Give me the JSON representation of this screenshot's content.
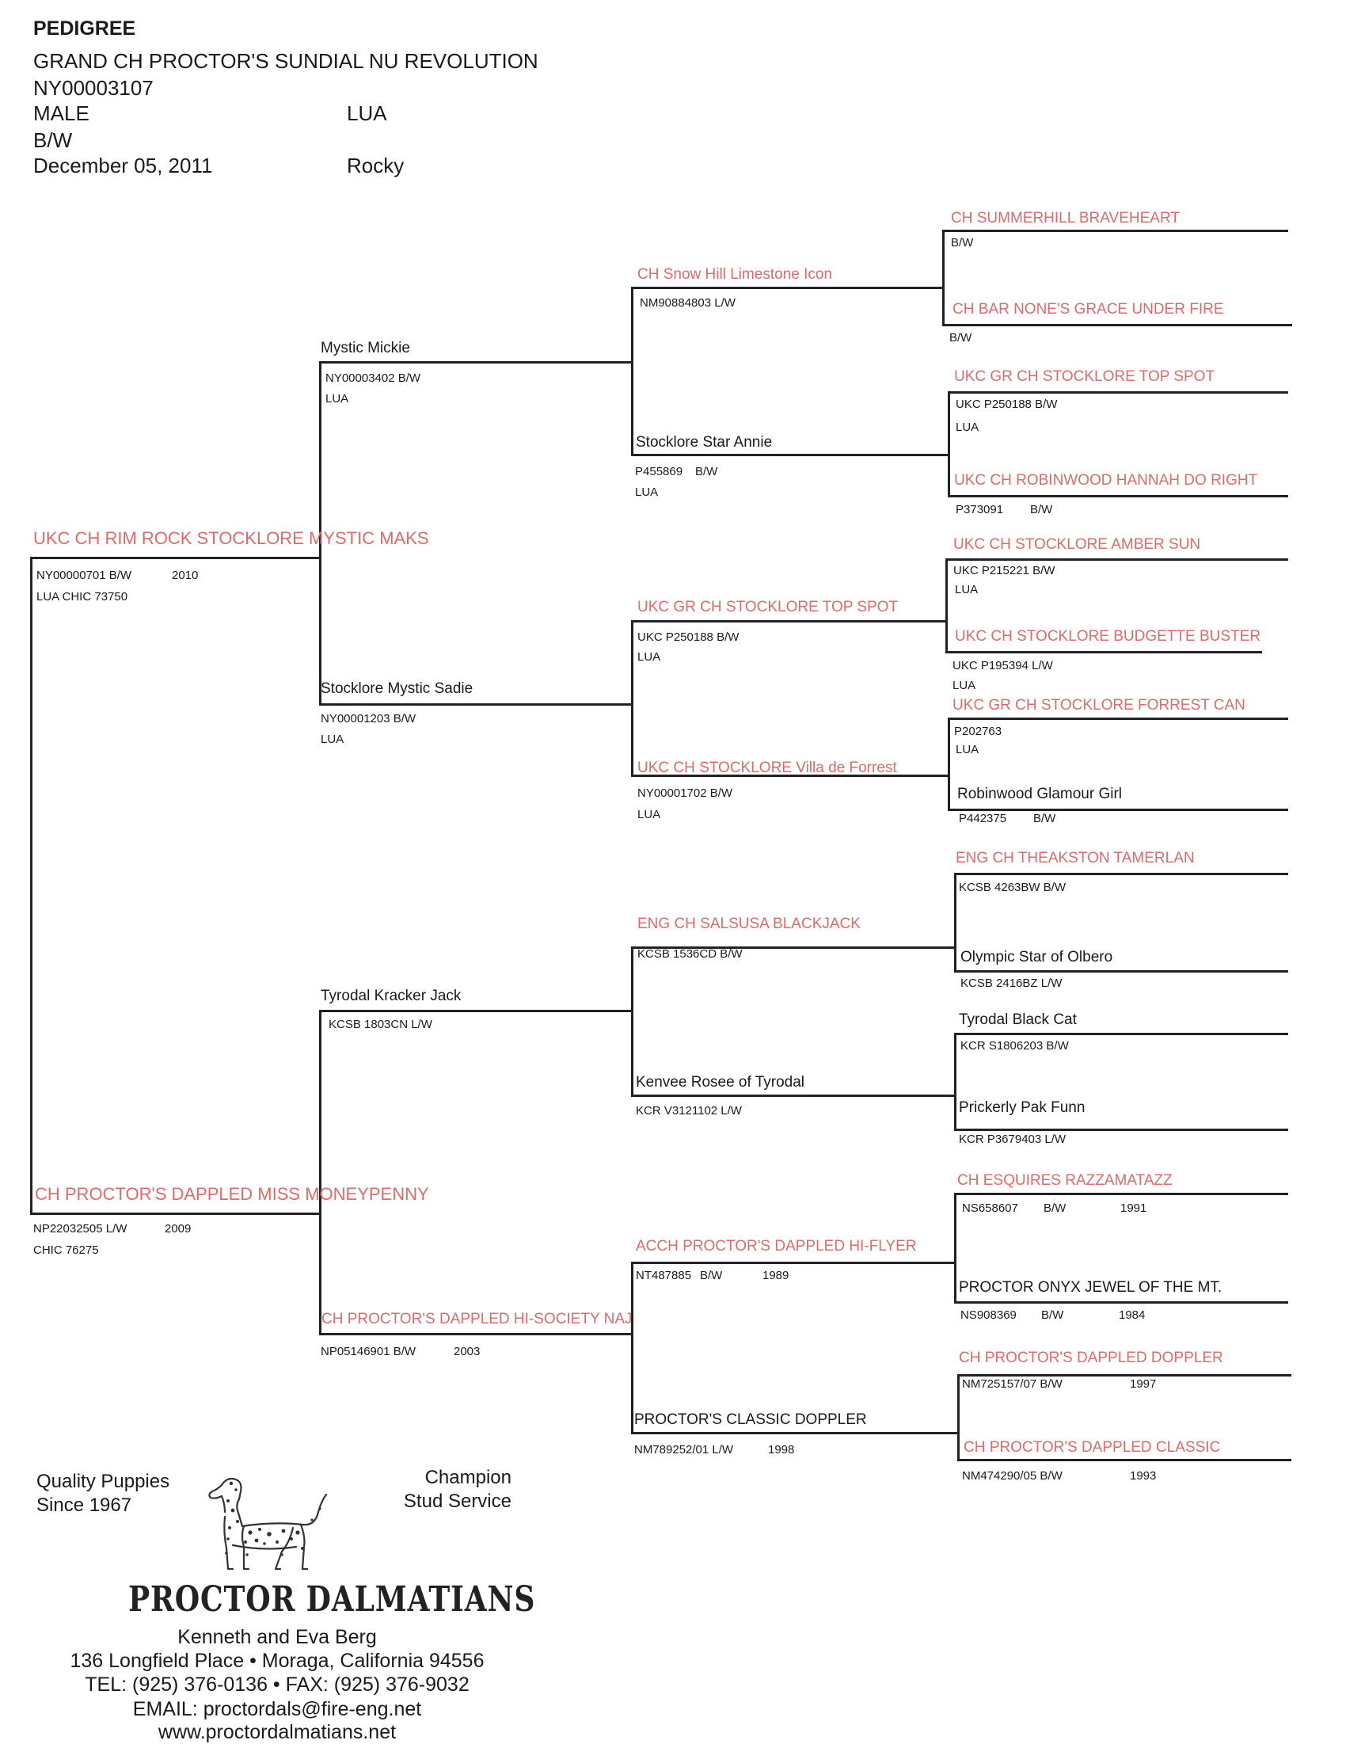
{
  "header": {
    "doc_type": "PEDIGREE",
    "dog_name": "GRAND CH PROCTOR'S SUNDIAL NU REVOLUTION",
    "reg_number": "NY00003107",
    "sex": "MALE",
    "lua": "LUA",
    "color": "B/W",
    "dob": "December 05, 2011",
    "call_name": "Rocky"
  },
  "gen1": {
    "sire": {
      "name": "UKC CH RIM ROCK STOCKLORE MYSTIC MAKS",
      "line1": "NY00000701  B/W",
      "year": "2010",
      "line2": "LUA   CHIC 73750"
    },
    "dam": {
      "name": "CH PROCTOR'S DAPPLED MISS MONEYPENNY",
      "line1": "NP22032505  L/W",
      "year": "2009",
      "line2": "CHIC 76275"
    }
  },
  "gen2": {
    "a": {
      "name": "Mystic Mickie",
      "line1": "NY00003402  B/W",
      "line2": "LUA"
    },
    "b": {
      "name": "Stocklore Mystic Sadie",
      "line1": "NY00001203  B/W",
      "line2": "LUA"
    },
    "c": {
      "name": "Tyrodal Kracker Jack",
      "line1": "KCSB 1803CN  L/W"
    },
    "d": {
      "name": "CH PROCTOR'S DAPPLED HI-SOCIETY NAJ",
      "line1": "NP05146901  B/W",
      "year": "2003"
    }
  },
  "gen3": {
    "a": {
      "name": "CH Snow Hill Limestone Icon",
      "line1": "NM90884803  L/W"
    },
    "b": {
      "name": "Stocklore Star Annie",
      "line1": "P455869",
      "color": "B/W",
      "line2": "LUA"
    },
    "c": {
      "name": "UKC GR CH STOCKLORE TOP SPOT",
      "line1": "UKC P250188  B/W",
      "line2": "LUA"
    },
    "d": {
      "name": "UKC CH STOCKLORE Villa de Forrest",
      "line1": "NY00001702  B/W",
      "line2": "LUA"
    },
    "e": {
      "name": "ENG CH SALSUSA BLACKJACK",
      "line1": "KCSB 1536CD  B/W"
    },
    "f": {
      "name": "Kenvee Rosee of Tyrodal",
      "line1": "KCR V3121102 L/W"
    },
    "g": {
      "name": "ACCH PROCTOR'S DAPPLED HI-FLYER",
      "line1": "NT487885",
      "color": "B/W",
      "year": "1989"
    },
    "h": {
      "name": "PROCTOR'S CLASSIC DOPPLER",
      "line1": "NM789252/01  L/W",
      "year": "1998"
    }
  },
  "gen4": {
    "a": {
      "name": "CH SUMMERHILL BRAVEHEART",
      "line1": "B/W"
    },
    "b": {
      "name": "CH BAR NONE'S GRACE UNDER FIRE",
      "line1": "B/W"
    },
    "c": {
      "name": "UKC GR CH STOCKLORE TOP SPOT",
      "line1": "UKC P250188  B/W",
      "line2": "LUA"
    },
    "d": {
      "name": "UKC CH ROBINWOOD HANNAH DO RIGHT",
      "line1": "P373091",
      "color": "B/W"
    },
    "e": {
      "name": "UKC CH STOCKLORE AMBER SUN",
      "line1": "UKC P215221  B/W",
      "line2": "LUA"
    },
    "f": {
      "name": "UKC CH STOCKLORE BUDGETTE BUSTER",
      "line1": "UKC P195394  L/W",
      "line2": "LUA"
    },
    "g": {
      "name": "UKC GR CH STOCKLORE FORREST CAN",
      "line1": "P202763",
      "line2": "LUA"
    },
    "h": {
      "name": "Robinwood Glamour Girl",
      "line1": "P442375",
      "color": "B/W"
    },
    "i": {
      "name": "ENG CH THEAKSTON TAMERLAN",
      "line1": "KCSB 4263BW  B/W"
    },
    "j": {
      "name": "Olympic Star of Olbero",
      "line1": "KCSB 2416BZ  L/W"
    },
    "k": {
      "name": "Tyrodal Black Cat",
      "line1": "KCR S1806203 B/W"
    },
    "l": {
      "name": "Prickerly Pak Funn",
      "line1": "KCR P3679403 L/W"
    },
    "m": {
      "name": "CH ESQUIRES RAZZAMATAZZ",
      "line1": "NS658607",
      "color": "B/W",
      "year": "1991"
    },
    "n": {
      "name": "PROCTOR ONYX JEWEL OF THE MT.",
      "line1": "NS908369",
      "color": "B/W",
      "year": "1984"
    },
    "o": {
      "name": "CH PROCTOR'S DAPPLED DOPPLER",
      "line1": "NM725157/07  B/W",
      "year": "1997"
    },
    "p": {
      "name": "CH PROCTOR'S DAPPLED CLASSIC",
      "line1": "NM474290/05  B/W",
      "year": "1993"
    }
  },
  "footer": {
    "left1": "Quality Puppies",
    "left2": "Since 1967",
    "right1": "Champion",
    "right2": "Stud Service",
    "brand": "PROCTOR DALMATIANS",
    "owners": "Kenneth and Eva Berg",
    "address": "136 Longfield Place • Moraga, California 94556",
    "phone": "TEL: (925) 376-0136 • FAX: (925) 376-9032",
    "email": "EMAIL: proctordals@fire-eng.net",
    "web": "www.proctordalmatians.net",
    "logo_icon": "dalmatian-dog-icon"
  },
  "colors": {
    "champion_text": "#e06a6a",
    "line": "#222222"
  }
}
